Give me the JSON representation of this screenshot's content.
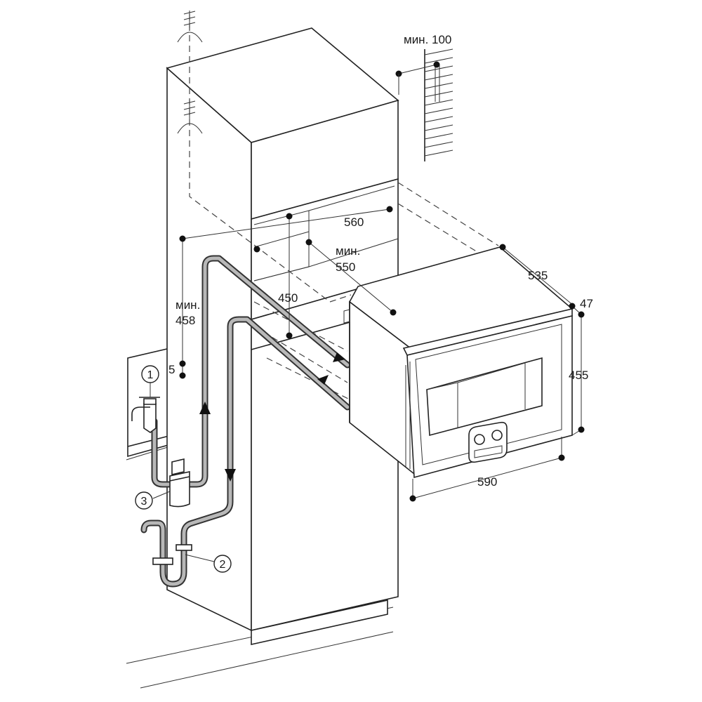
{
  "labels": {
    "min_100": "мин. 100",
    "d560": "560",
    "min_550_a": "мин.",
    "min_550_b": "550",
    "d450": "450",
    "min_458_a": "мин.",
    "min_458_b": "458",
    "d5": "5",
    "d535": "535",
    "d47": "47",
    "d455": "455",
    "d590": "590"
  },
  "callouts": [
    {
      "num": "1"
    },
    {
      "num": "2"
    },
    {
      "num": "3"
    }
  ],
  "colors": {
    "line": "#222222",
    "hose": "#333333",
    "hose_inner": "#b8b8b8",
    "shade": "#f1f1f1"
  }
}
